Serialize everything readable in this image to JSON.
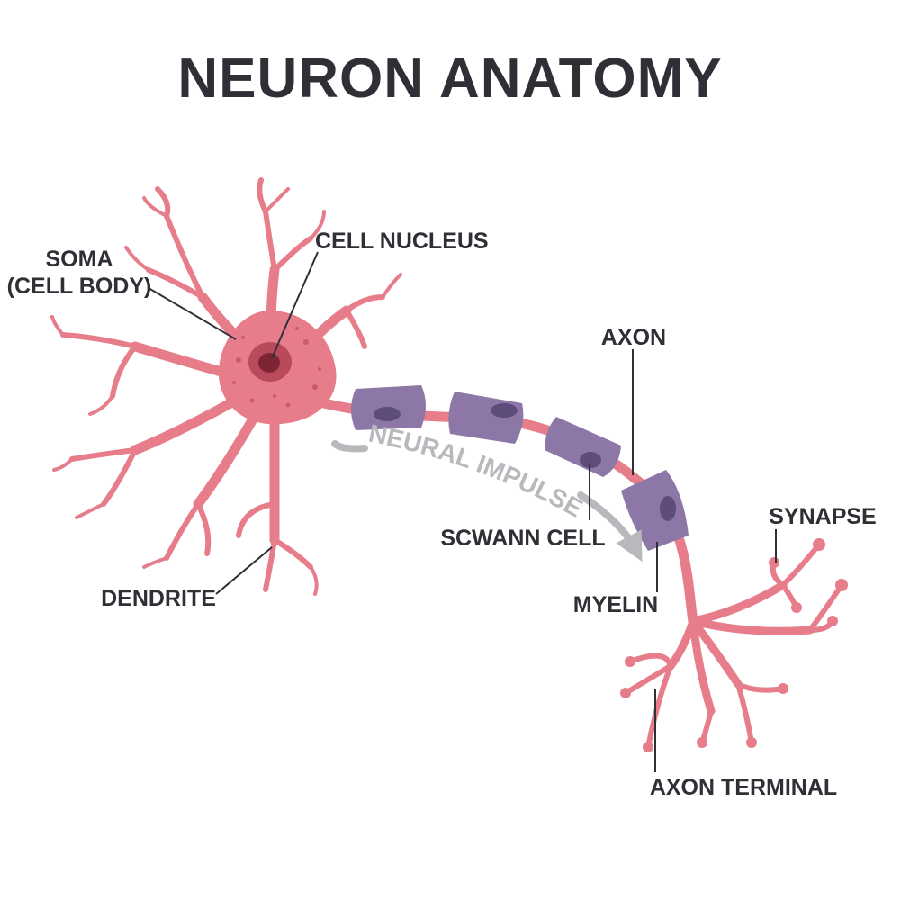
{
  "title": "NEURON ANATOMY",
  "colors": {
    "text": "#2f3036",
    "neuron": "#e77d8b",
    "nucleus_outer": "#b94a5c",
    "nucleus_inner": "#7e2535",
    "myelin": "#8c77a6",
    "myelin_dark": "#5e4c7a",
    "impulse": "#b8b9bd"
  },
  "labels": {
    "soma_line1": "SOMA",
    "soma_line2": "(CELL BODY)",
    "cell_nucleus": "CELL NUCLEUS",
    "axon": "AXON",
    "neural_impulse": "NEURAL IMPULSE",
    "schwann_cell": "SCWANN CELL",
    "synapse": "SYNAPSE",
    "myelin": "MYELIN",
    "dendrite": "DENDRITE",
    "axon_terminal": "AXON TERMINAL"
  }
}
